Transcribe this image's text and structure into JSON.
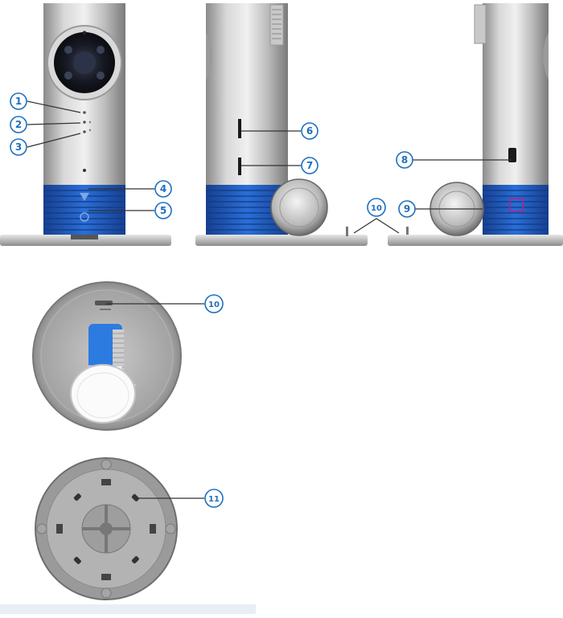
{
  "colors": {
    "steel_light": "#e4e4e4",
    "steel_mid": "#b2b2b2",
    "steel_dark": "#7d7d7d",
    "band_blue": "#1f5fc4",
    "band_blue_dark": "#143f8f",
    "callout_blue": "#1d6fc0",
    "indicator": "#b02090"
  },
  "callouts": [
    {
      "id": "c1",
      "label": "1"
    },
    {
      "id": "c2",
      "label": "2"
    },
    {
      "id": "c3",
      "label": "3"
    },
    {
      "id": "c4",
      "label": "4"
    },
    {
      "id": "c5",
      "label": "5"
    },
    {
      "id": "c6",
      "label": "6"
    },
    {
      "id": "c7",
      "label": "7"
    },
    {
      "id": "c8",
      "label": "8"
    },
    {
      "id": "c9",
      "label": "9"
    },
    {
      "id": "c10a",
      "label": "10"
    },
    {
      "id": "c10b",
      "label": "10"
    },
    {
      "id": "c11",
      "label": "11"
    }
  ]
}
